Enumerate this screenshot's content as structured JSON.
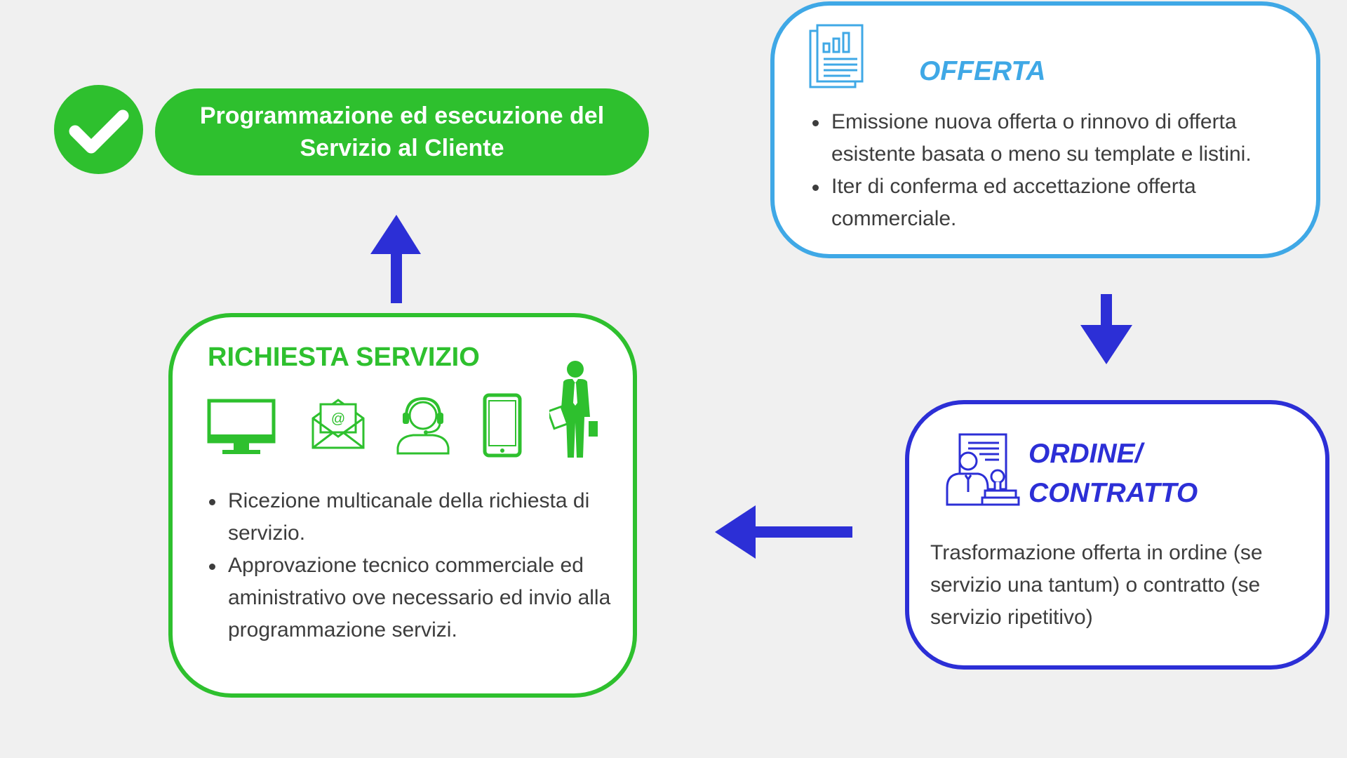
{
  "completed_step": {
    "icon": "check-icon",
    "label_line1": "Programmazione ed esecuzione del",
    "label_line2": "Servizio al Cliente",
    "color": "#2ec02e"
  },
  "offerta": {
    "title": "OFFERTA",
    "icon": "report-document-icon",
    "color": "#3fa8e6",
    "bullets": [
      "Emissione nuova offerta o rinnovo di offerta esistente basata o meno su template e listini.",
      "Iter di conferma ed accettazione offerta commerciale."
    ]
  },
  "ordine": {
    "title_line1": "ORDINE/",
    "title_line2": "CONTRATTO",
    "icon": "contract-stamp-icon",
    "color": "#2c2fd6",
    "text": "Trasformazione offerta in ordine (se servizio una tantum) o contratto (se servizio ripetitivo)"
  },
  "richiesta": {
    "title": "RICHIESTA SERVIZIO",
    "color": "#2ec02e",
    "channel_icons": [
      "computer-monitor-icon",
      "email-envelope-icon",
      "headset-operator-icon",
      "smartphone-icon",
      "business-person-icon"
    ],
    "bullets": [
      "Ricezione multicanale della richiesta di servizio.",
      "Approvazione tecnico commerciale ed aministrativo ove necessario ed invio alla programmazione servizi."
    ]
  },
  "arrow_color": "#2c2fd6"
}
